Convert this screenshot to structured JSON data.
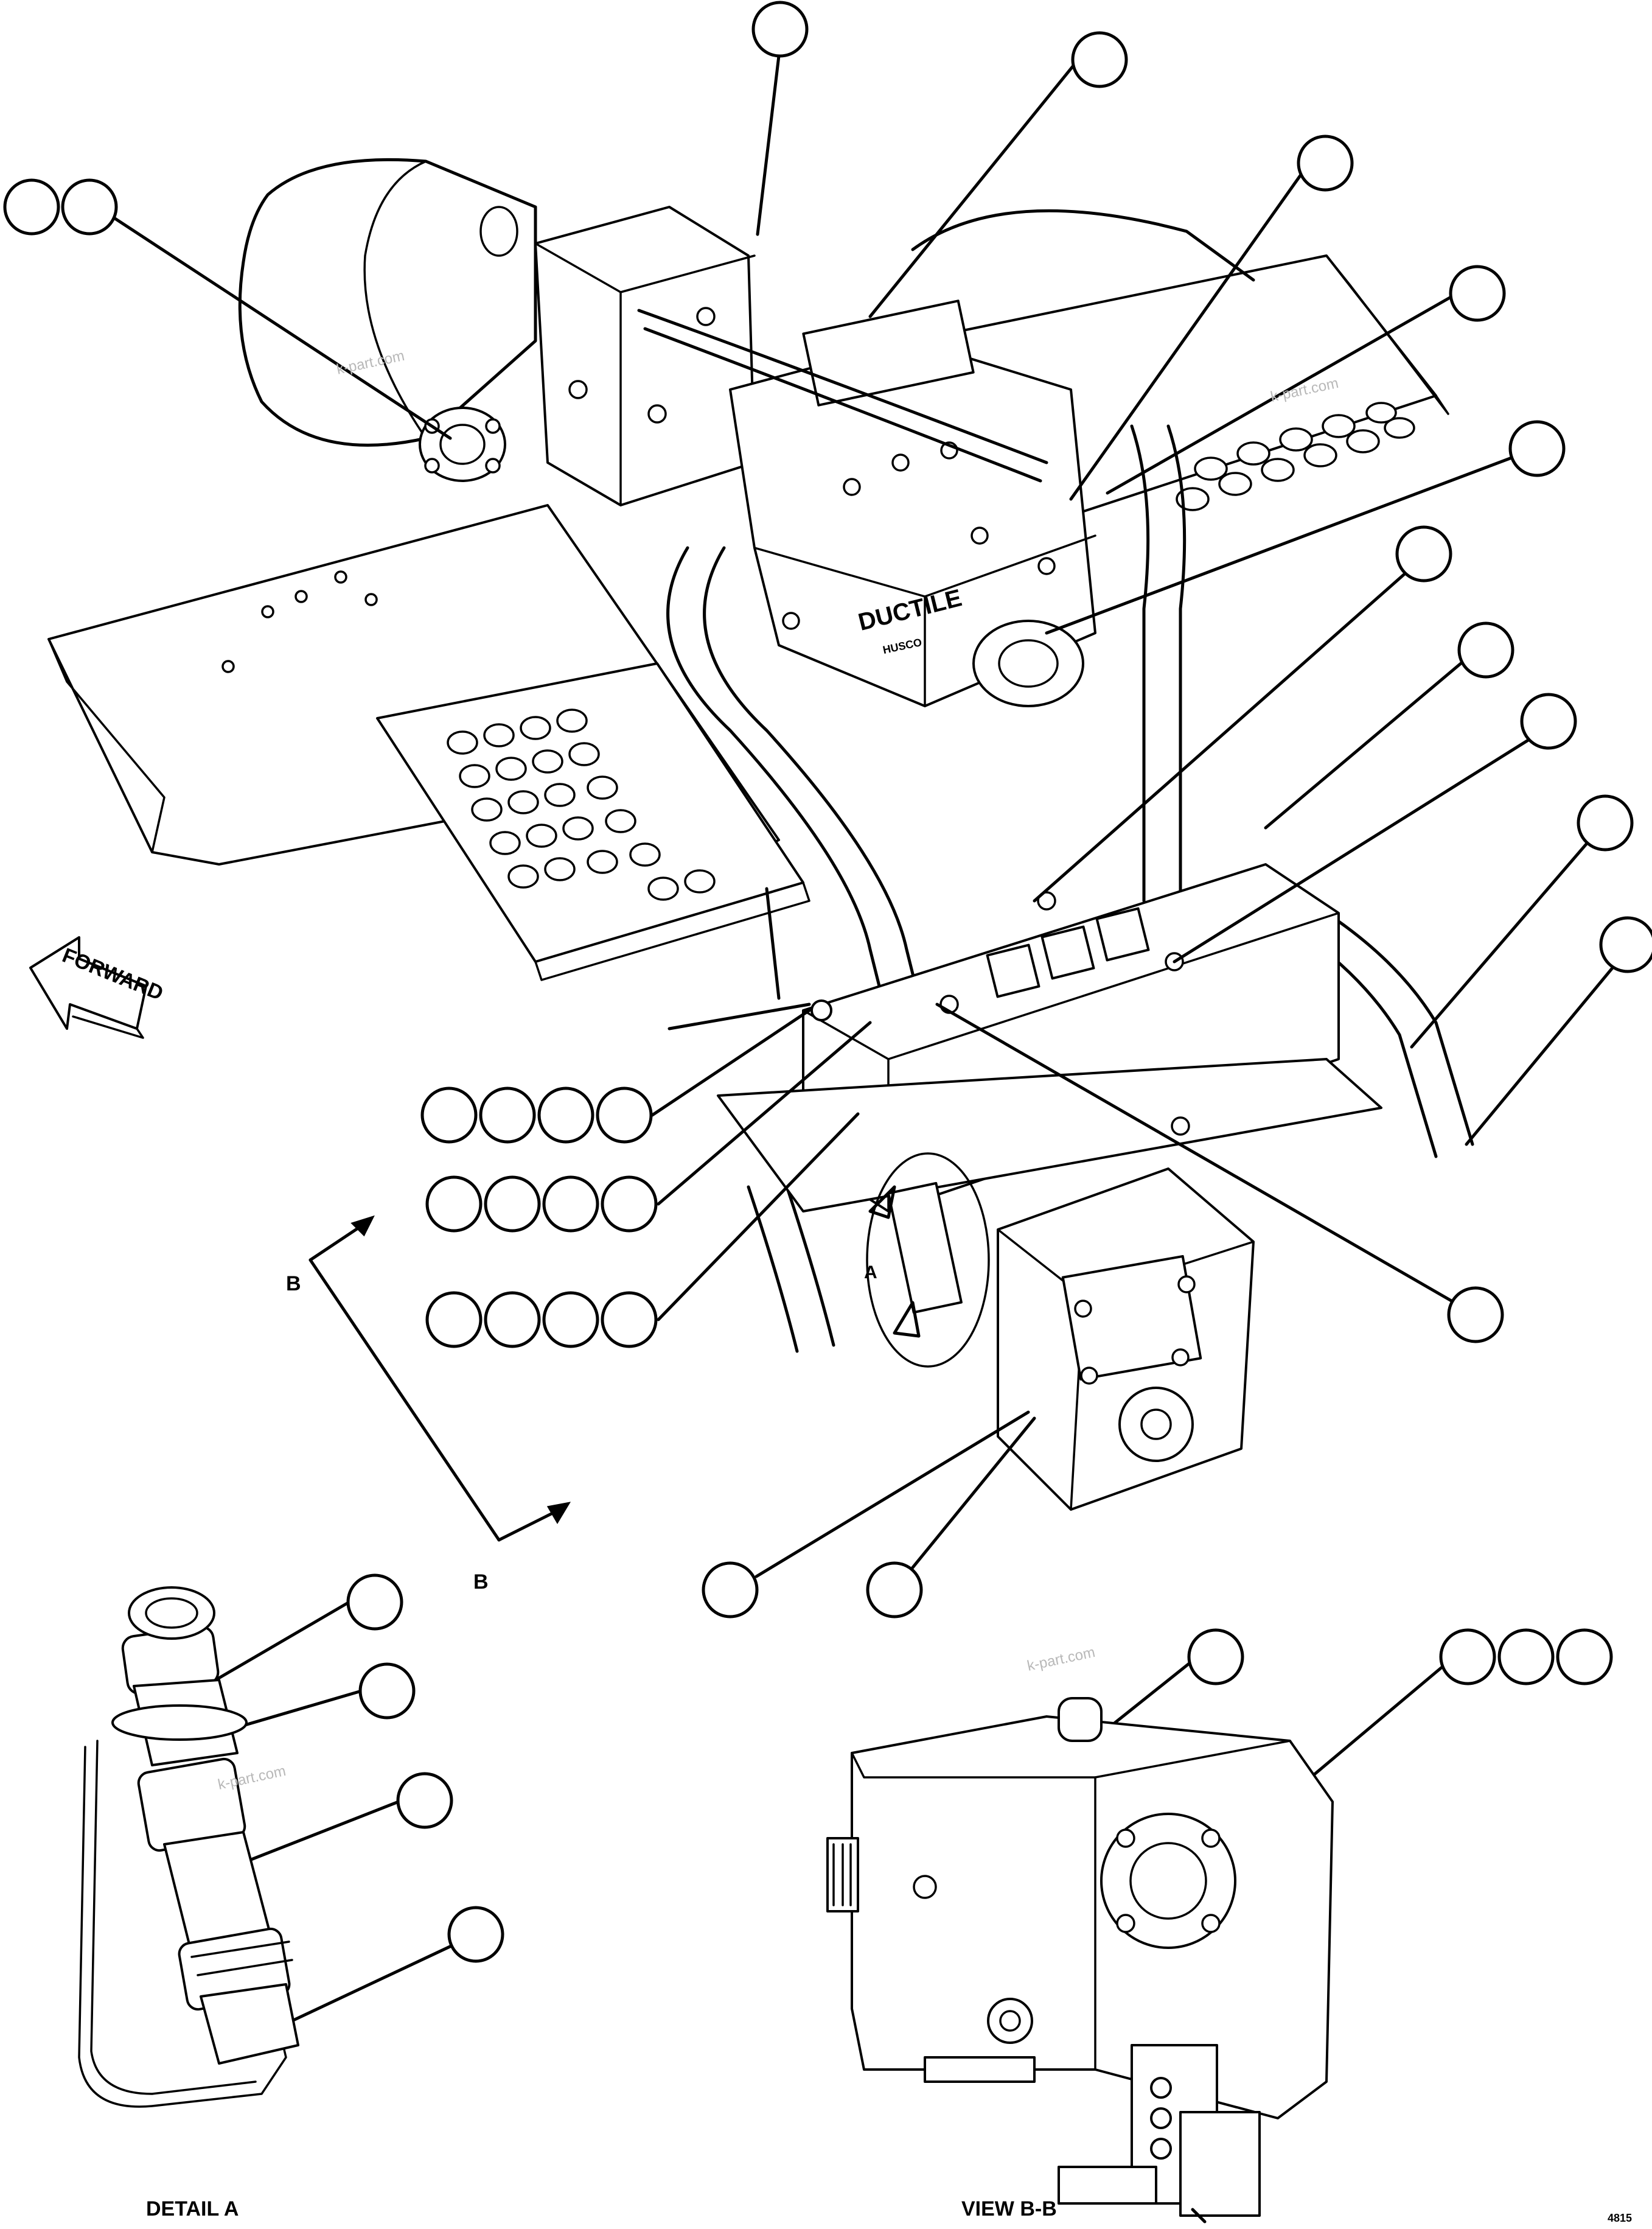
{
  "labels": {
    "forward": "FORWARD",
    "section_b_top": "B",
    "section_b_bottom": "B",
    "detail_ref": "A",
    "detail_a_caption": "DETAIL A",
    "view_bb_caption": "VIEW B-B",
    "sheet_code": "4815"
  },
  "nameplates": {
    "ductile": "DUCTILE",
    "brand": "HUSCO"
  },
  "watermarks": [
    "k-part.com",
    "k-part.com",
    "k-part.com",
    "k-part.com"
  ],
  "callout_balloons_text": []
}
